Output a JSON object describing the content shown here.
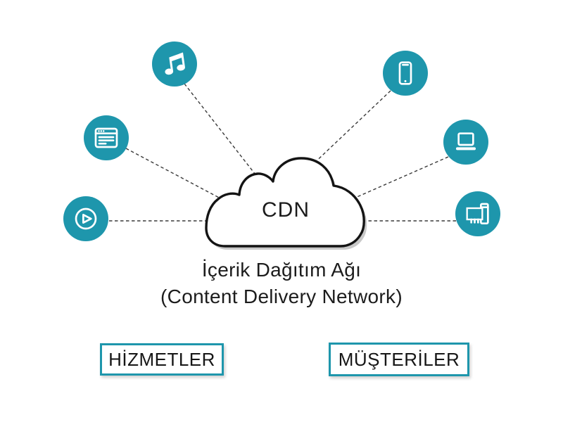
{
  "cloud": {
    "label": "CDN"
  },
  "caption": {
    "line1": "İçerik Dağıtım Ağı",
    "line2": "(Content Delivery Network)"
  },
  "legend": {
    "services_label": "HİZMETLER",
    "clients_label": "MÜŞTERİLER"
  },
  "nodes": {
    "services": [
      "music-note-icon",
      "browser-icon",
      "play-icon"
    ],
    "clients": [
      "smartphone-icon",
      "laptop-icon",
      "desktop-computer-icon"
    ]
  },
  "colors": {
    "accent_teal": "#1e96ac",
    "cloud_outline": "#141414",
    "dashed_line": "#3a3a3a",
    "text": "#1c1c1c"
  }
}
